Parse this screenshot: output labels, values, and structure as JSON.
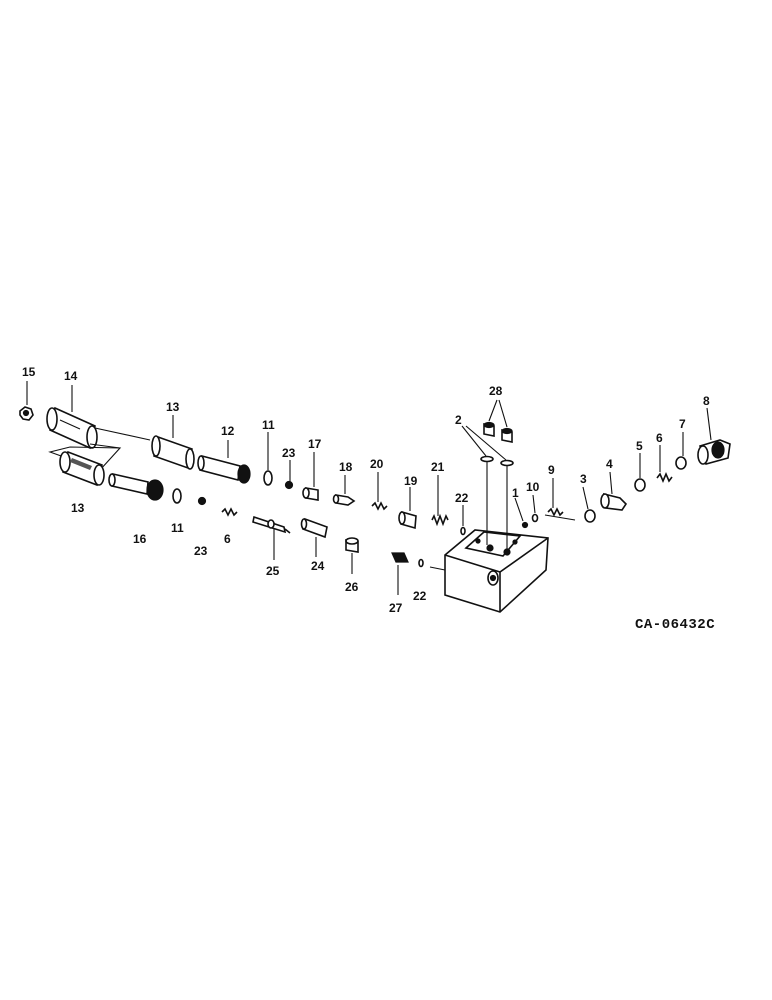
{
  "drawing_code": "CA-06432C",
  "callouts": {
    "c15": "15",
    "c14": "14",
    "c13a": "13",
    "c13b": "13",
    "c12": "12",
    "c11a": "11",
    "c11b": "11",
    "c23a": "23",
    "c23b": "23",
    "c17": "17",
    "c18": "18",
    "c20": "20",
    "c19": "19",
    "c21": "21",
    "c22a": "22",
    "c22b": "22",
    "c16": "16",
    "c6a": "6",
    "c6b": "6",
    "c25": "25",
    "c24": "24",
    "c26": "26",
    "c27": "27",
    "c28": "28",
    "c2": "2",
    "c1": "1",
    "c10": "10",
    "c9": "9",
    "c3": "3",
    "c4": "4",
    "c5": "5",
    "c7": "7",
    "c8": "8"
  }
}
